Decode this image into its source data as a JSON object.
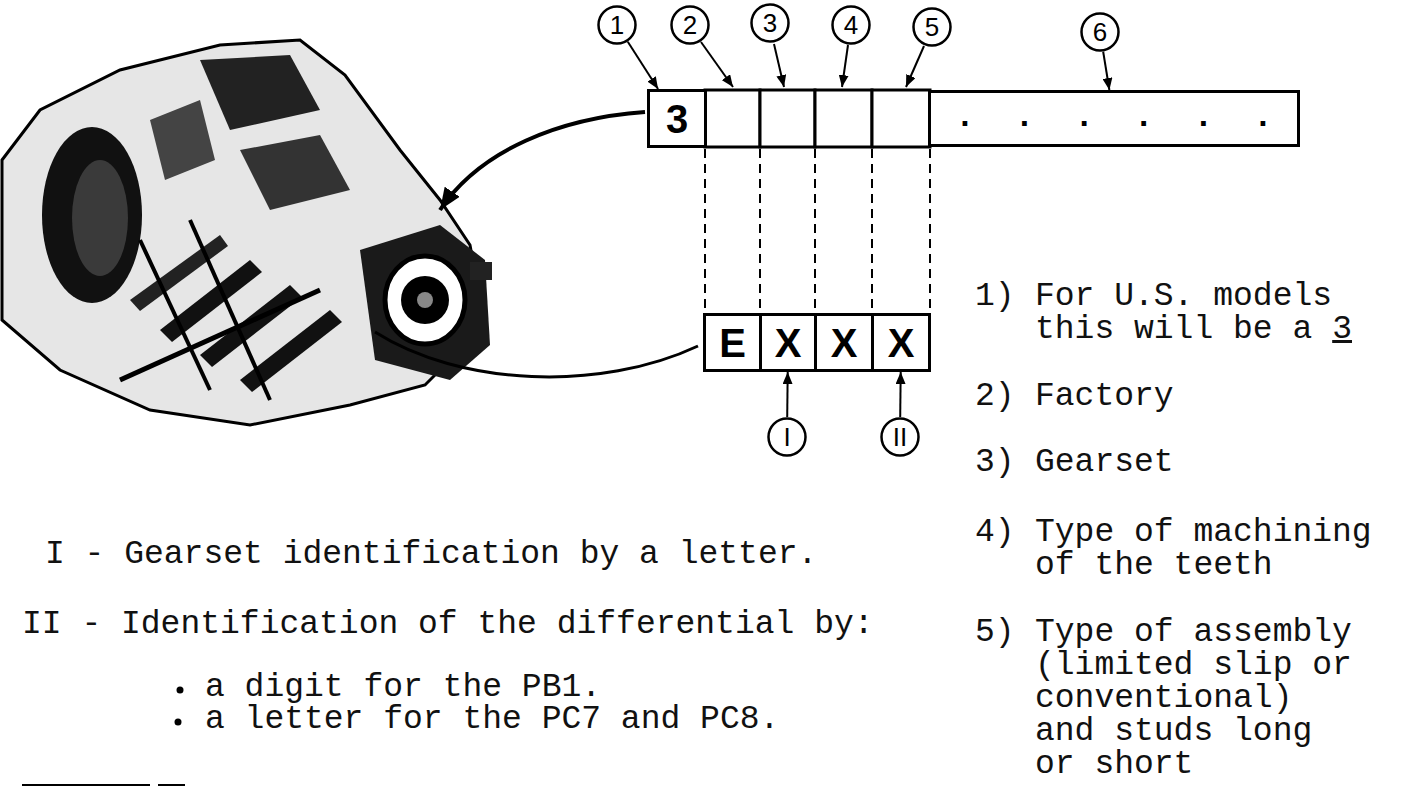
{
  "diagram": {
    "nodes": [
      {
        "text": [
          "1"
        ]
      },
      {
        "text": [
          "2"
        ]
      },
      {
        "text": [
          "3"
        ]
      },
      {
        "text": [
          "4"
        ]
      },
      {
        "text": [
          "5"
        ]
      },
      {
        "text": [
          "6"
        ]
      },
      {
        "text": [
          "3"
        ]
      },
      {
        "text": [
          ". . . . . ."
        ]
      },
      {
        "text": [
          "E"
        ]
      },
      {
        "text": [
          "X"
        ]
      },
      {
        "text": [
          "X"
        ]
      },
      {
        "text": [
          "X"
        ]
      },
      {
        "text": [
          "I"
        ]
      },
      {
        "text": [
          "II"
        ]
      }
    ],
    "edges": [
      {
        "from": 0,
        "to": 6,
        "arrow": "to"
      },
      {
        "from": 5,
        "to": 7,
        "arrow": "to"
      },
      {
        "from": 12,
        "to": 9,
        "arrow": "to"
      },
      {
        "from": 13,
        "to": 11,
        "arrow": "to"
      }
    ],
    "labels": [
      "1)",
      "For U.S. models this will be a",
      "3",
      "2)",
      "Factory",
      "3)",
      "Gearset",
      "4)",
      "Type of machining of the teeth",
      "5)",
      "Type of assembly (limited slip or conventional) and studs long or short",
      "I - Gearset identification by a letter.",
      "II - Identification of the differential by:",
      "a digit for the PB1.",
      "a letter for the PC7 and PC8."
    ]
  }
}
